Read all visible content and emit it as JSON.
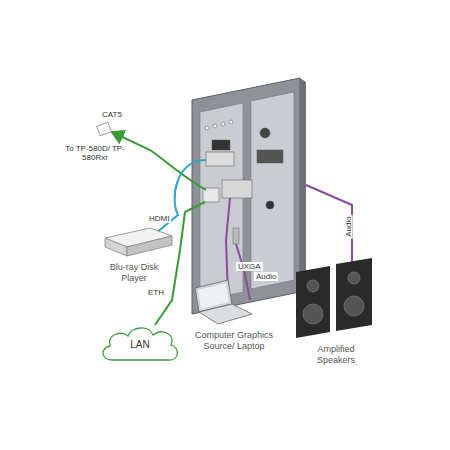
{
  "diagram": {
    "nodes": [
      {
        "text": [
          "Blu-ray Disk Player"
        ]
      },
      {
        "text": [
          "LAN"
        ]
      },
      {
        "text": [
          "Computer Graphics Source/ Laptop"
        ]
      },
      {
        "text": [
          "Amplified Speakers"
        ]
      }
    ],
    "labels": [
      "CAT5",
      "To TP-580D/ TP-580Rxr",
      "HDMI",
      "ETH",
      "UXGA",
      "Audio",
      "Audio"
    ]
  }
}
